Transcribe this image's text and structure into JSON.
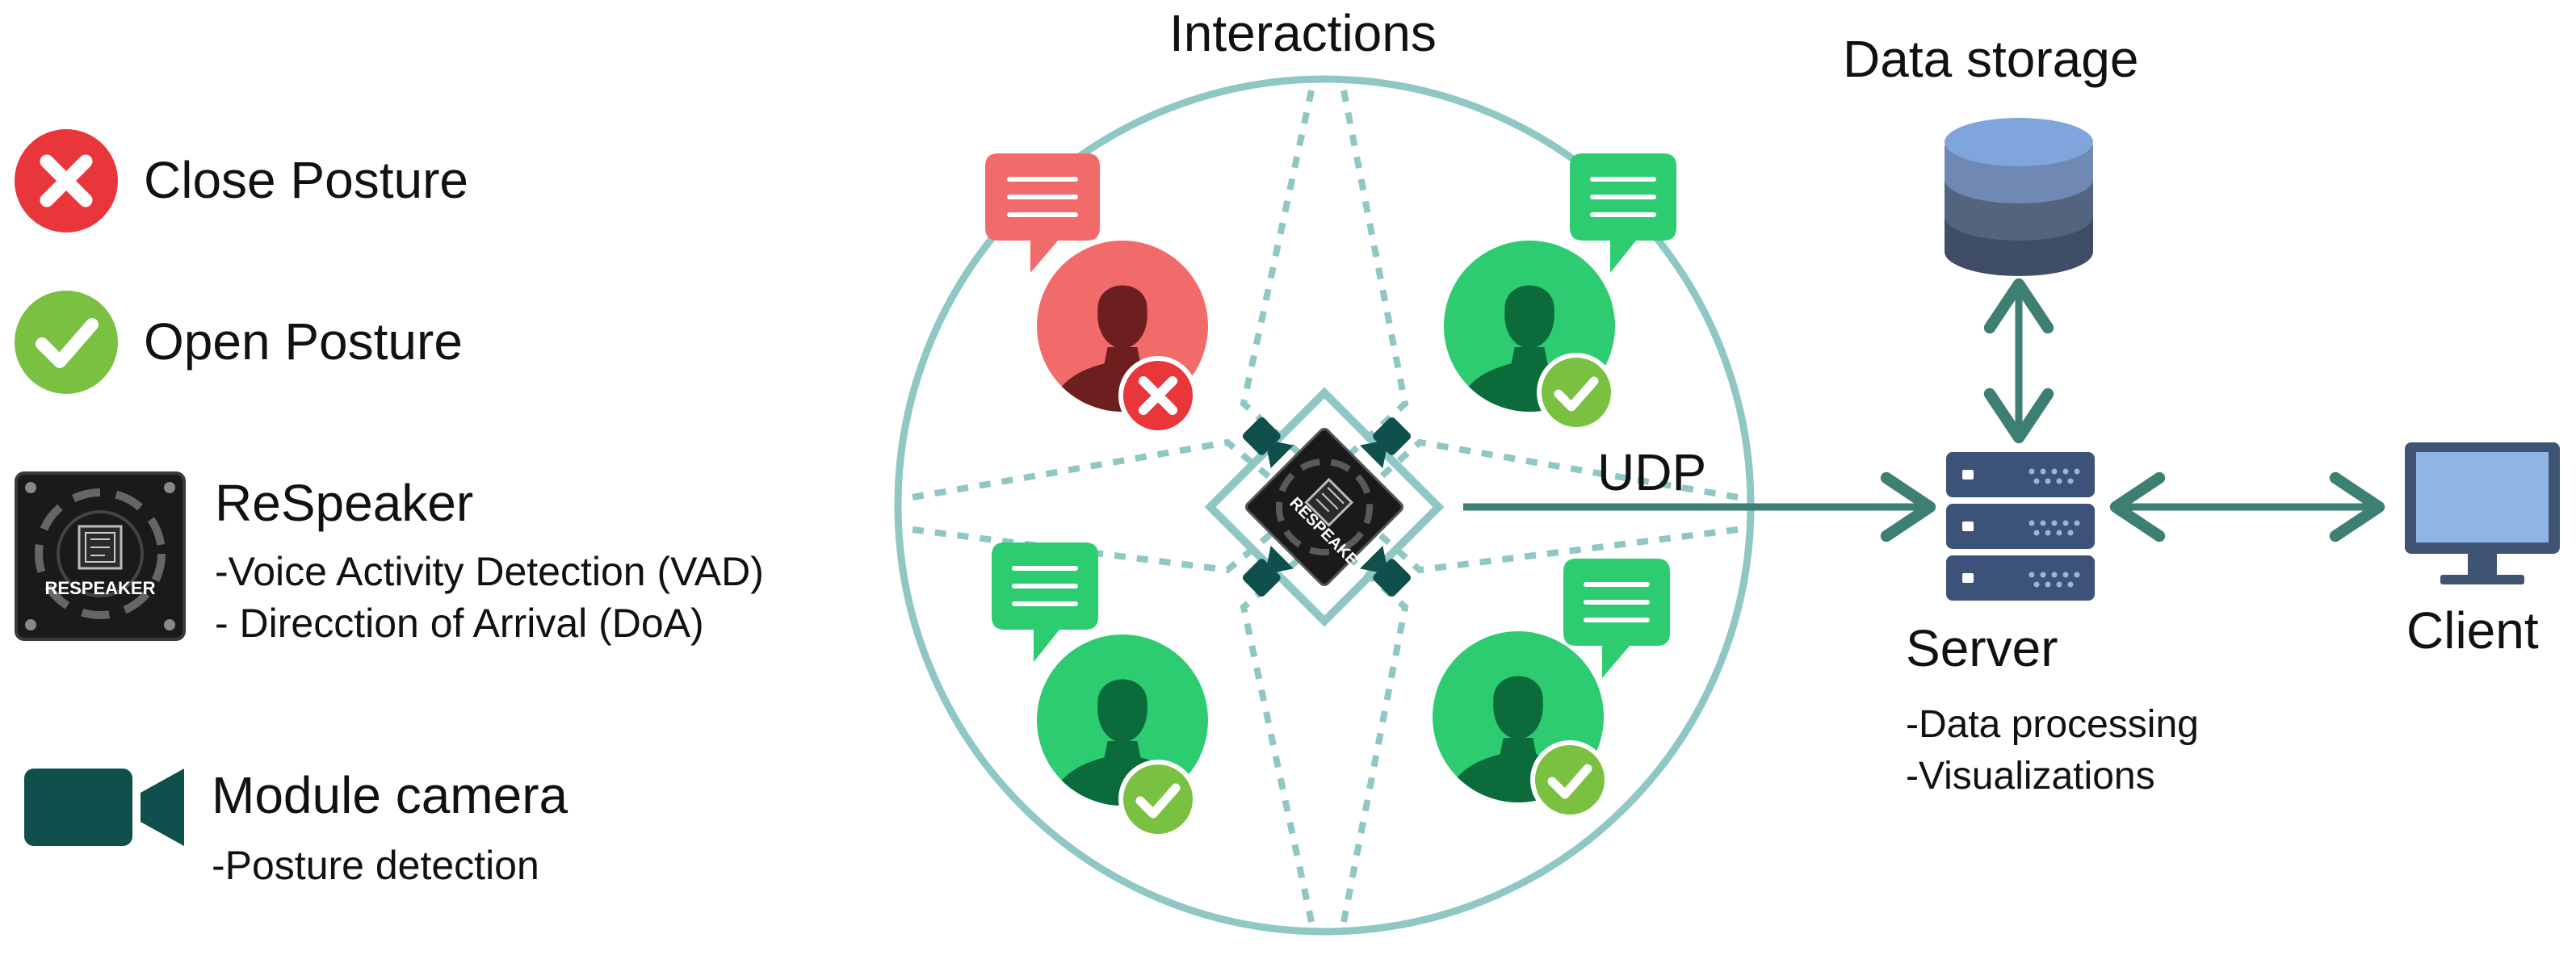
{
  "legend": {
    "close_posture": "Close Posture",
    "open_posture": "Open Posture",
    "respeaker_title": "ReSpeaker",
    "respeaker_device_label": "RESPEAKER",
    "respeaker_features": [
      "-Voice Activity Detection (VAD)",
      "- Direcction of Arrival (DoA)"
    ],
    "camera_title": "Module camera",
    "camera_features": [
      "-Posture detection"
    ]
  },
  "center": {
    "title": "Interactions",
    "device_label": "RESPEAKER",
    "link_label": "UDP"
  },
  "storage": {
    "title": "Data storage"
  },
  "server": {
    "title": "Server",
    "features": [
      "-Data processing",
      "-Visualizations"
    ]
  },
  "client": {
    "title": "Client"
  },
  "colors": {
    "circle": "#8fc7c4",
    "arrow": "#3d7f73",
    "camera": "#0f4f4c",
    "red": "#e8363b",
    "green": "#2ecc71",
    "check": "#7ac142",
    "db_top": "#7fa5dc",
    "server": "#3c5278",
    "monitor": "#3f5473"
  },
  "icons": [
    "x-circle-icon",
    "check-circle-icon",
    "respeaker-board-icon",
    "video-camera-icon",
    "person-icon",
    "speech-bubble-icon",
    "database-icon",
    "server-rack-icon",
    "monitor-icon"
  ]
}
